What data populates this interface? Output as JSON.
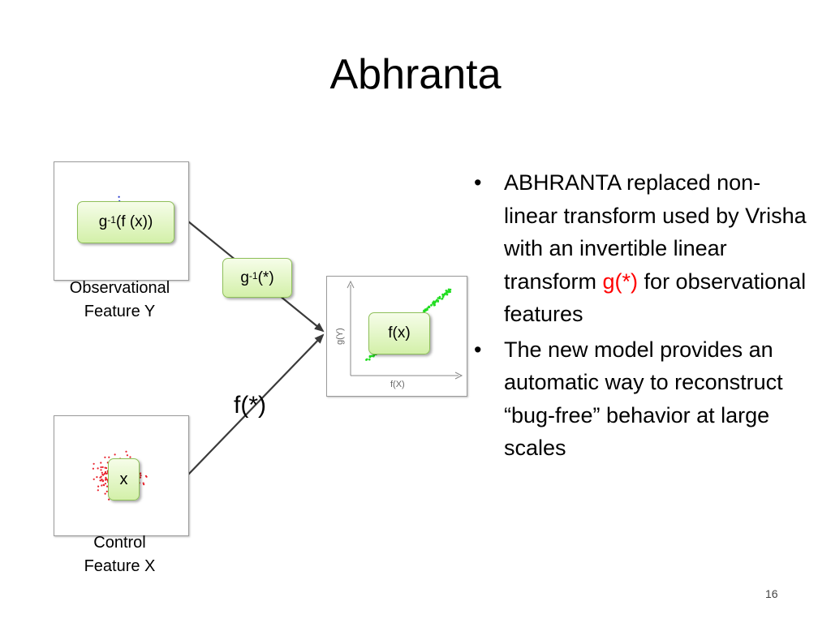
{
  "slide": {
    "title": "Abhranta",
    "page_number": "16"
  },
  "diagram": {
    "observational_caption_line1": "Observational",
    "observational_caption_line2": "Feature Y",
    "control_caption_line1": "Control",
    "control_caption_line2": "Feature X",
    "box_ginv_fx": {
      "g": "g",
      "sup": "-1",
      "rest": "(f (x))"
    },
    "box_ginv_star": {
      "g": "g",
      "sup": "-1",
      "rest": "(*)"
    },
    "box_fx": "f(x)",
    "box_x": "x",
    "f_star_label": "f(*)",
    "plot_ylabel": "g(Y)",
    "plot_xlabel": "f(X)",
    "colors": {
      "observational_points": "#2233cc",
      "control_points": "#e8202a",
      "mapped_points": "#22dd22",
      "box_fill": "#dff3c0",
      "box_border": "#8fc05a"
    }
  },
  "bullets": [
    {
      "before": "ABHRANTA replaced non-linear transform used by Vrisha with an invertible linear transform ",
      "highlight": "g(*)",
      "after": " for observational features"
    },
    {
      "before": "The new model provides an automatic way to reconstruct “bug-free” behavior at large scales",
      "highlight": "",
      "after": ""
    }
  ]
}
